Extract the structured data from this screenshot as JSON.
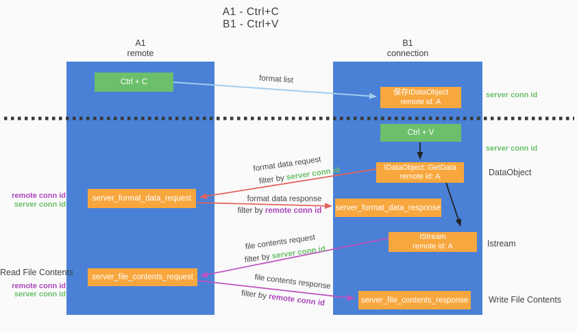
{
  "title": {
    "line1": "A1 - Ctrl+C",
    "line2": "B1 - Ctrl+V"
  },
  "columns": {
    "a1": {
      "name": "A1",
      "role": "remote"
    },
    "b1": {
      "name": "B1",
      "role": "connection"
    }
  },
  "nodes": {
    "ctrl_c": {
      "label": "Ctrl + C"
    },
    "save_idataobject": {
      "line1": "保存IDataObject",
      "line2": "remote id: A"
    },
    "ctrl_v": {
      "label": "Ctrl + V"
    },
    "idataobject_getdata": {
      "line1": "IDataObject::GetData",
      "line2": "remote id: A"
    },
    "server_format_data_request": {
      "label": "server_format_data_request"
    },
    "server_format_data_response": {
      "label": "server_format_data_response"
    },
    "istream": {
      "line1": "IStream",
      "line2": "remote id: A"
    },
    "server_file_contents_request": {
      "label": "server_file_contents_request"
    },
    "server_file_contents_response": {
      "label": "server_file_contents_response"
    }
  },
  "labels": {
    "format_list": "format list",
    "filter_by": "filter by",
    "format_data_request": "format data request",
    "format_data_response": "format data response",
    "file_contents_request": "file contents request",
    "file_contents_response": "file contents response",
    "server_conn_id": "server conn id",
    "remote_conn_id": "remote conn id",
    "dataobject": "DataObject",
    "istream": "Istream",
    "read_file_contents": "Read File Contents",
    "write_file_contents": "Write File Contents"
  },
  "colors": {
    "column_blue": "#4a81d6",
    "box_green": "#6cbf6b",
    "box_orange": "#f8a73e",
    "green_label": "#6abf69",
    "purple_label": "#ab47bc",
    "red_arrow": "#e2635c",
    "purple_arrow": "#be52be",
    "light_blue_arrow": "#9fcdf0",
    "black_arrow": "#222222",
    "dotted_divider": "#383838",
    "background": "#fafafa",
    "text_dark": "#3f3f3f"
  }
}
